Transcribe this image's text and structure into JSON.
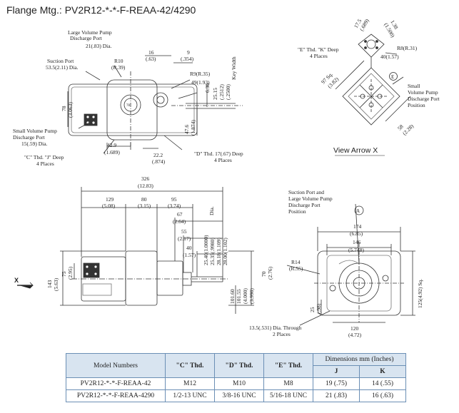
{
  "title": "Flange Mtg.: PV2R12-*-*-F-REAA-42/4290",
  "front_view": {
    "large_port_label_1": "Large Volume Pump",
    "large_port_label_2": "Discharge Port",
    "large_port_dia": "21(.83) Dia.",
    "suction_port_1": "Suction Port",
    "suction_port_2": "53.5(2.11) Dia.",
    "r10": "R10",
    "r10_in": "(R.39)",
    "dim_16": "16",
    "dim_16_in": "(.63)",
    "dim_9": "9",
    "dim_9_in": "(.354)",
    "r9": "R9(R.35)",
    "dim_49": "49(1.93)",
    "key_width": "Key Width",
    "dim_638": "6.38",
    "dim_2515": "25.15",
    "dim_2515_in": "(.2512)",
    "dim_2500_in": "(.2500)",
    "dim_78": "78",
    "dim_78_in": "(3.063)",
    "dim_476": "47.6",
    "dim_476_in": "(1.874)",
    "dim_429": "42.9",
    "dim_429_in": "(1.689)",
    "dim_222": "22.2",
    "dim_222_in": "(.874)",
    "small_port_1": "Small Volume Pump",
    "small_port_2": "Discharge Port",
    "small_port_3": "15(.59) Dia.",
    "c_thd": "\"C\" Thd. \"J\" Deep",
    "c_places": "4 Places",
    "d_thd": "\"D\" Thd. 17(.67) Deep",
    "d_places": "4 Places",
    "center_mark": "X"
  },
  "arrow_view": {
    "e_thd": "\"E\" Thd. \"K\" Deep",
    "e_places": "4 Places",
    "dim_175": "17.5",
    "dim_175_in": "(.689)",
    "dim_138": "1.38",
    "dim_138_in": "(1.500)",
    "r8": "R8(R.31)",
    "dim_40": "40(1.57)",
    "dim_97": "97 Sq.",
    "dim_97_in": "(3.82)",
    "dim_58": "58",
    "dim_58_in": "(2.28)",
    "e_circle": "E",
    "small_port_1": "Small",
    "small_port_2": "Volume Pump",
    "small_port_3": "Discharge Port",
    "small_port_4": "Position",
    "caption": "View Arrow X"
  },
  "side_view": {
    "dim_326": "326",
    "dim_326_in": "(12.83)",
    "dim_129": "129",
    "dim_129_in": "(5.08)",
    "dim_80": "80",
    "dim_80_in": "(3.15)",
    "dim_95": "95",
    "dim_95_in": "(3.74)",
    "dim_67": "67",
    "dim_67_in": "(2.64)",
    "dim_55": "55",
    "dim_55_in": "(2.17)",
    "dim_40": "40",
    "dim_40_in": "(1.57)",
    "dia_1": "25.40(1.0000)",
    "dia_2": "25.35(.9980)",
    "dia_3": "28.18(1.109)",
    "dia_4": "28.00(1.102)",
    "dia_label": "Dia.",
    "dim_143": "143",
    "dim_143_in": "(5.63)",
    "dim_75": "75",
    "dim_75_in": "(2.95)",
    "dim_70": "70",
    "dim_70_in": "(2.76)",
    "dim_10160": "101.60",
    "dim_10155": "101.55",
    "dim_4000": "(4.000)",
    "dim_3998": "(3.998)",
    "x_arrow": "X"
  },
  "top_view": {
    "suction_1": "Suction Port and",
    "suction_2": "Large Volume Pump",
    "suction_3": "Discharge Port",
    "suction_4": "Position",
    "a_circle": "A",
    "dim_174": "174",
    "dim_174_in": "(6.85)",
    "dim_146": "146",
    "dim_146_in": "(5.748)",
    "r14": "R14",
    "r14_in": "(R.55)",
    "dim_25": "25",
    "dim_25_in": "(.98)",
    "dim_125": "125(4.92) Sq.",
    "dia_through": "13.5(.531) Dia. Through",
    "dia_places": "2 Places",
    "dim_120": "120",
    "dim_120_in": "(4.72)"
  },
  "table": {
    "col_model": "Model Numbers",
    "col_c": "\"C\" Thd.",
    "col_d": "\"D\" Thd.",
    "col_e": "\"E\" Thd.",
    "col_dims": "Dimensions    mm (Inches)",
    "col_j": "J",
    "col_k": "K",
    "rows": [
      {
        "model": "PV2R12-*-*-F-REAA-42",
        "c": "M12",
        "d": "M10",
        "e": "M8",
        "j": "19 (.75)",
        "k": "14 (.55)"
      },
      {
        "model": "PV2R12-*-*-F-REAA-4290",
        "c": "1/2-13 UNC",
        "d": "3/8-16 UNC",
        "e": "5/16-18 UNC",
        "j": "21 (.83)",
        "k": "16 (.63)"
      }
    ]
  }
}
